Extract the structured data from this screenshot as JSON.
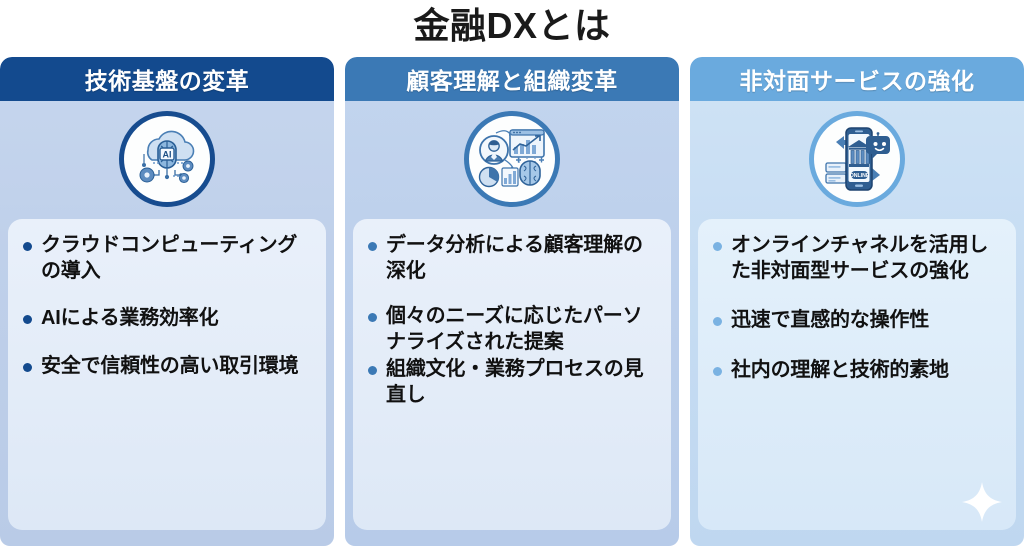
{
  "title": "金融DXとは",
  "columns": [
    {
      "header": "技術基盤の変革",
      "header_color": "#134a8e",
      "bullet_color": "#134a8e",
      "icon_name": "cloud-ai-brain-gears-icon",
      "bullets": [
        "クラウドコンピューティングの導入",
        "AIによる業務効率化",
        "安全で信頼性の高い取引環境"
      ]
    },
    {
      "header": "顧客理解と組織変革",
      "header_color": "#3b79b5",
      "bullet_color": "#3b79b5",
      "icon_name": "customer-analytics-brain-icon",
      "bullets": [
        "データ分析による顧客理解の深化",
        "個々のニーズに応じたパーソナライズされた提案",
        "組織文化・業務プロセスの見直し"
      ]
    },
    {
      "header": "非対面サービスの強化",
      "header_color": "#6aaade",
      "bullet_color": "#7ab2e2",
      "icon_name": "mobile-online-banking-chatbot-icon",
      "bullets": [
        "オンラインチャネルを活用した非対面型サービスの強化",
        "迅速で直感的な操作性",
        "社内の理解と技術的素地"
      ]
    }
  ],
  "decoration": {
    "sparkle_name": "sparkle-star-icon",
    "sparkle_color": "#ffffff"
  }
}
